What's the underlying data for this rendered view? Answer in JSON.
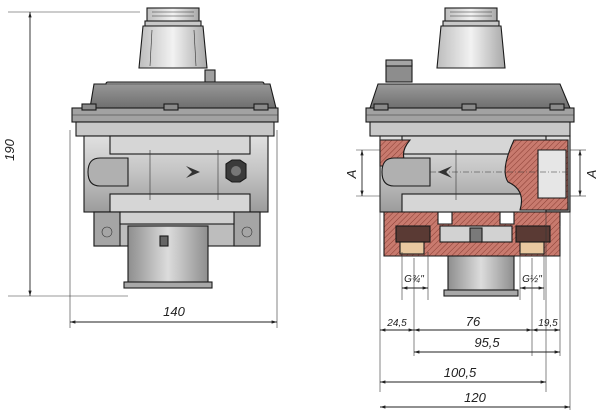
{
  "dimensions": {
    "left_height": "190",
    "left_width": "140",
    "seg_left": "24,5",
    "seg_mid": "76",
    "seg_right": "19,5",
    "span_95": "95,5",
    "span_100": "100,5",
    "span_120": "120",
    "section_left": "A",
    "section_right": "A"
  },
  "threads": {
    "left": "G¾\"",
    "right": "G½\""
  },
  "colors": {
    "cap_light": "#d9d9d9",
    "body_grey": "#bdbdbd",
    "body_dark": "#8c8c8c",
    "flange": "#9e9e9e",
    "valve_light": "#cfcfcf",
    "section_red": "#b5544a",
    "line": "#222222"
  }
}
